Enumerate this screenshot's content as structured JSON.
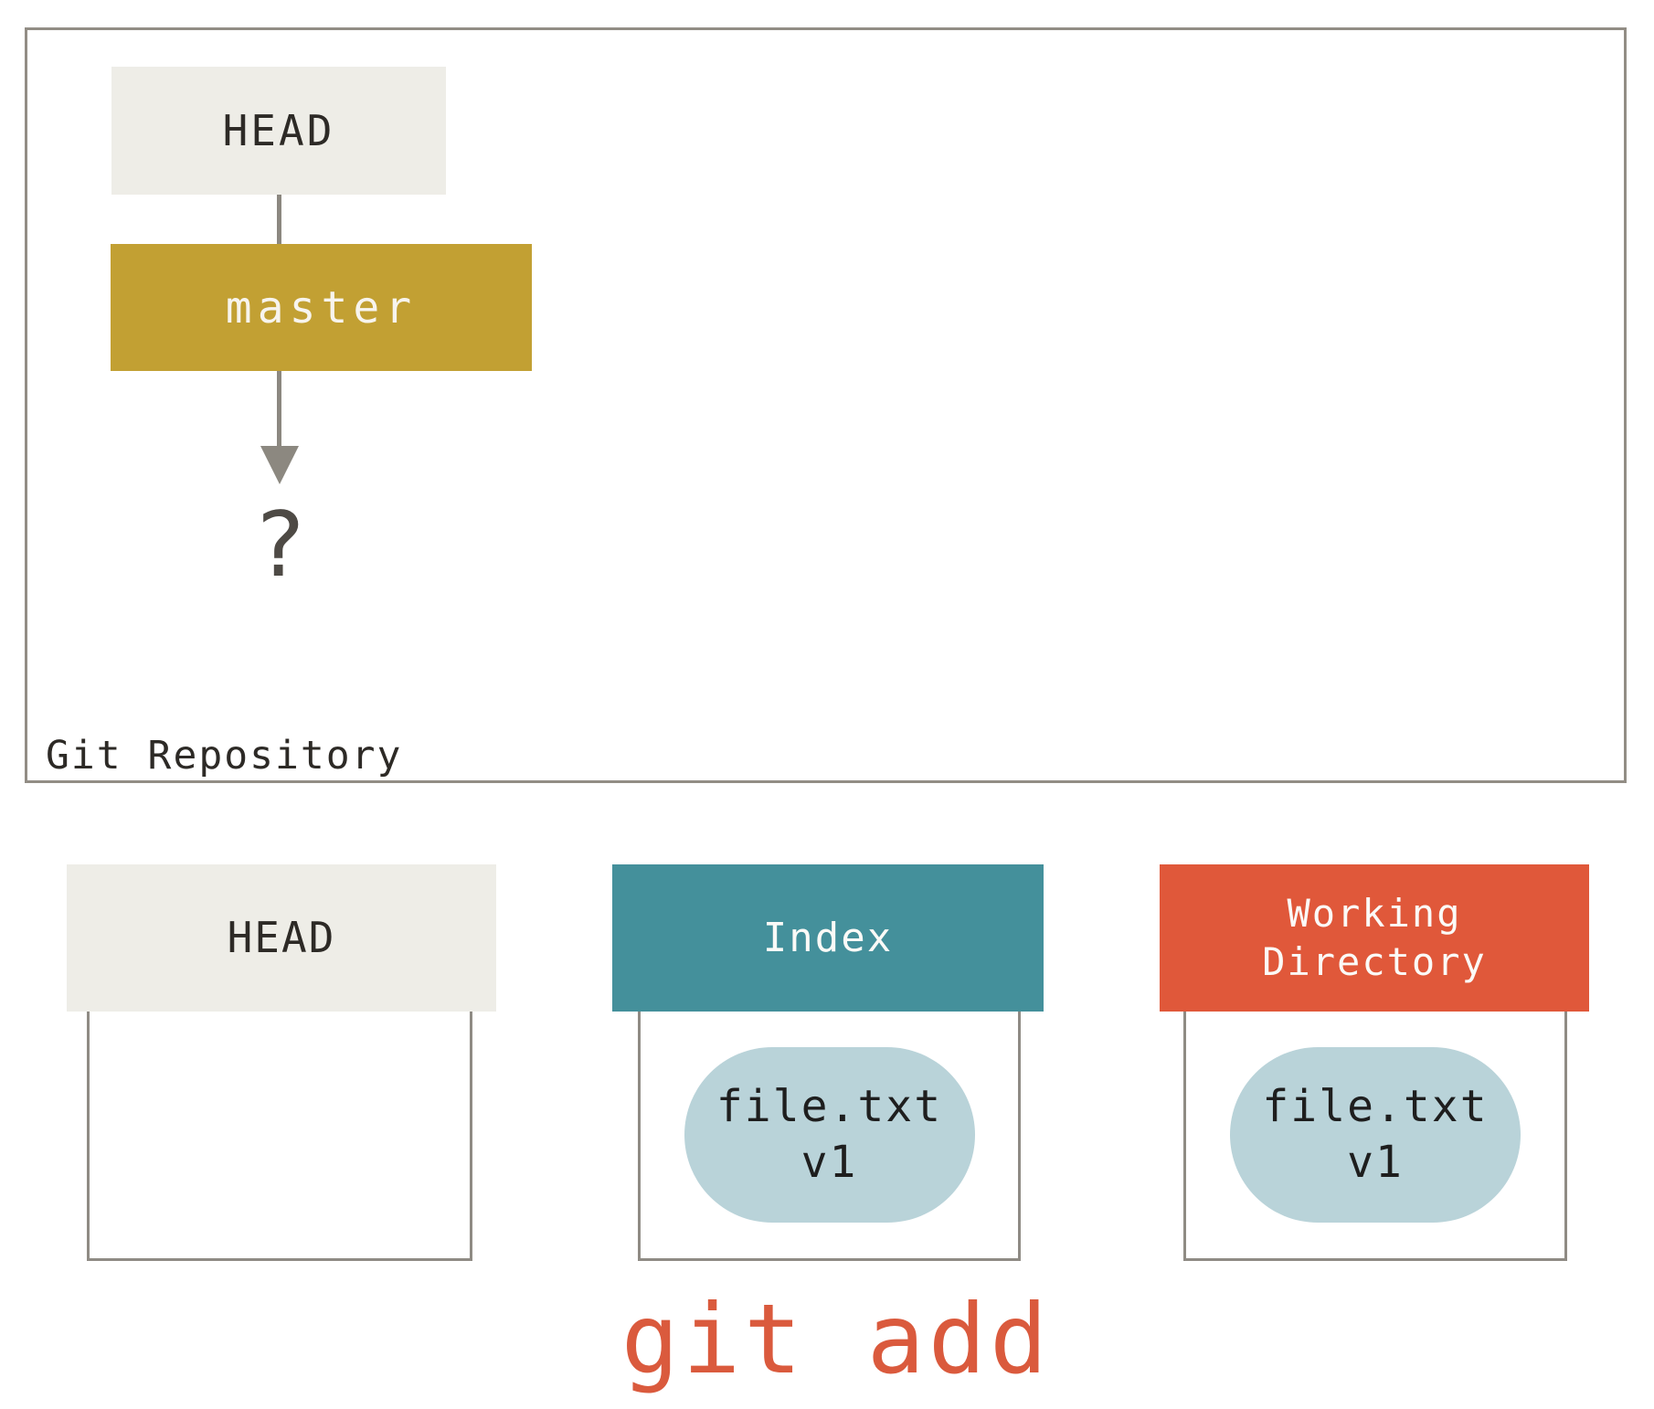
{
  "repo": {
    "label": "Git Repository",
    "head_node": "HEAD",
    "branch_node": "master",
    "unknown_commit": "?"
  },
  "columns": [
    {
      "id": "head",
      "title_lines": [
        "HEAD"
      ],
      "items": []
    },
    {
      "id": "index",
      "title_lines": [
        "Index"
      ],
      "items": [
        {
          "file": "file.txt",
          "version": "v1"
        }
      ]
    },
    {
      "id": "working-directory",
      "title_lines": [
        "Working",
        "Directory"
      ],
      "items": [
        {
          "file": "file.txt",
          "version": "v1"
        }
      ]
    }
  ],
  "caption": "git add",
  "colors": {
    "branch_gold": "#c2a033",
    "index_teal": "#44909b",
    "working_dir_orange": "#e0583a",
    "head_beige": "#eeede7",
    "file_pill_blue": "#b9d3d9",
    "caption_orange": "#da5a3d",
    "box_border_gray": "#928d85",
    "arrow_gray": "#8c8880"
  }
}
